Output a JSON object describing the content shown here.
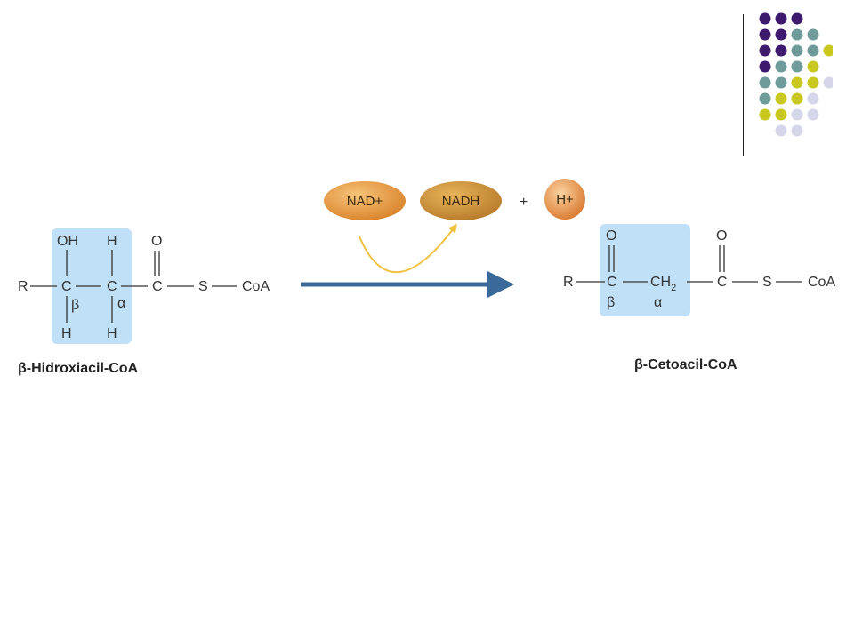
{
  "decoration": {
    "palette": {
      "purple": "#3d1a6e",
      "teal": "#6f9c9a",
      "olive": "#c8c820",
      "lavender": "#d6d6ea"
    },
    "dot_rows": [
      [
        "purple",
        "purple",
        "purple"
      ],
      [
        "purple",
        "purple",
        "teal",
        "teal"
      ],
      [
        "purple",
        "purple",
        "teal",
        "teal",
        "olive"
      ],
      [
        "purple",
        "teal",
        "teal",
        "olive"
      ],
      [
        "teal",
        "teal",
        "olive",
        "olive",
        "lavender"
      ],
      [
        "teal",
        "olive",
        "olive",
        "lavender"
      ],
      [
        "olive",
        "olive",
        "lavender",
        "lavender"
      ],
      [
        "lavender",
        "lavender"
      ]
    ]
  },
  "reaction": {
    "cofactors": {
      "nad": "NAD+",
      "nadh": "NADH",
      "plus": "+",
      "proton": "H+"
    },
    "arrow_color": "#3a6a9a",
    "curve_color": "#f0c040",
    "highlight_color": "#bfe0f7",
    "pill_color": "#e59a3a"
  },
  "substrate": {
    "atoms": {
      "r": "R",
      "oh": "OH",
      "h_top": "H",
      "o_top": "O",
      "c_beta": "C",
      "c_alpha": "C",
      "c_carbonyl": "C",
      "s": "S",
      "coa": "CoA",
      "h_bottom_1": "H",
      "h_bottom_2": "H",
      "beta": "β",
      "alpha": "α"
    },
    "caption": "β-Hidroxiacil-CoA"
  },
  "product": {
    "atoms": {
      "r": "R",
      "o_keto": "O",
      "o_top": "O",
      "c_beta": "C",
      "ch2": "CH",
      "ch2_sub": "2",
      "c_carbonyl": "C",
      "s": "S",
      "coa": "CoA",
      "beta": "β",
      "alpha": "α"
    },
    "caption": "β-Cetoacil-CoA"
  }
}
